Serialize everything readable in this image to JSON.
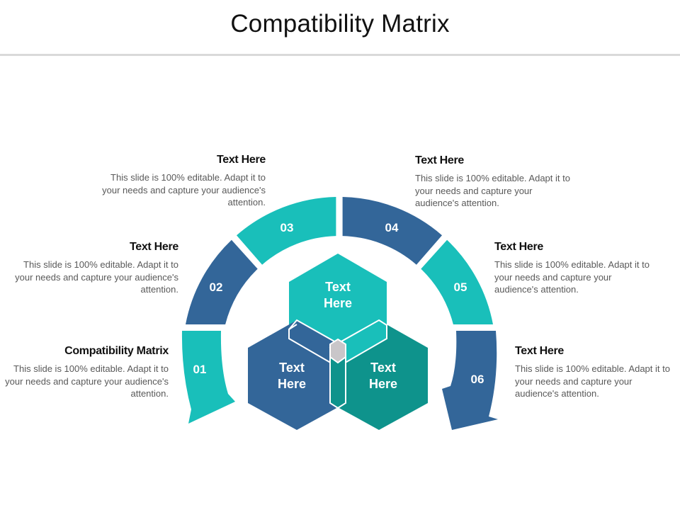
{
  "slide": {
    "title": "Compatibility Matrix"
  },
  "colors": {
    "teal": "#19BFBA",
    "blue": "#336699",
    "dark_teal": "#0E938C",
    "center_gray": "#C9C6C9",
    "divider": "#D9D9D9"
  },
  "ring": {
    "segments": [
      {
        "number": "01",
        "color": "teal"
      },
      {
        "number": "02",
        "color": "blue"
      },
      {
        "number": "03",
        "color": "teal"
      },
      {
        "number": "04",
        "color": "blue"
      },
      {
        "number": "05",
        "color": "teal"
      },
      {
        "number": "06",
        "color": "blue"
      }
    ]
  },
  "hexagons": [
    {
      "position": "top",
      "line1": "Text",
      "line2": "Here",
      "color": "teal"
    },
    {
      "position": "bottom-left",
      "line1": "Text",
      "line2": "Here",
      "color": "blue"
    },
    {
      "position": "bottom-right",
      "line1": "Text",
      "line2": "Here",
      "color": "dark_teal"
    }
  ],
  "text_blocks": [
    {
      "id": "01",
      "title": "Compatibility Matrix",
      "body": "This slide is 100% editable. Adapt it to your needs and capture your audience's attention."
    },
    {
      "id": "02",
      "title": "Text Here",
      "body": "This slide is 100% editable. Adapt it to your needs and capture your audience's attention."
    },
    {
      "id": "03",
      "title": "Text Here",
      "body": "This slide is 100% editable. Adapt it to your needs and capture your audience's attention."
    },
    {
      "id": "04",
      "title": "Text Here",
      "body": "This slide is 100% editable. Adapt it to your needs and capture your audience's attention."
    },
    {
      "id": "05",
      "title": "Text Here",
      "body": "This slide is 100% editable. Adapt it to your needs and capture your audience's attention."
    },
    {
      "id": "06",
      "title": "Text Here",
      "body": "This slide is 100% editable. Adapt it to your needs and capture your audience's attention."
    }
  ]
}
